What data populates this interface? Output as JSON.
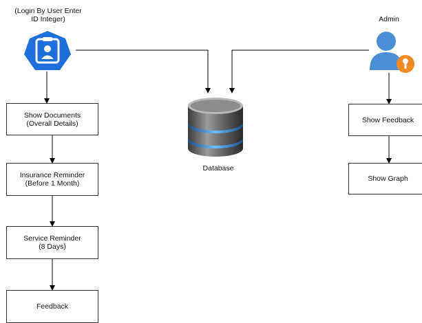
{
  "user": {
    "caption": "(Login By User Enter\nID Integer)",
    "icon": "user-id-badge-icon"
  },
  "admin": {
    "caption": "Admin",
    "icon": "admin-key-icon"
  },
  "database": {
    "label": "Database",
    "icon": "database-icon"
  },
  "user_flow": [
    "Show Documents\n(Overall Details)",
    "Insurance Reminder\n(Before 1 Month)",
    "Service Reminder\n(8 Days)",
    "Feedback"
  ],
  "admin_flow": [
    "Show Feedback",
    "Show Graph"
  ],
  "colors": {
    "badge_blue": "#1f6fdb",
    "admin_blue": "#4a8fd6",
    "key_orange": "#f08a24",
    "line": "#000000",
    "box_border": "#333333"
  }
}
